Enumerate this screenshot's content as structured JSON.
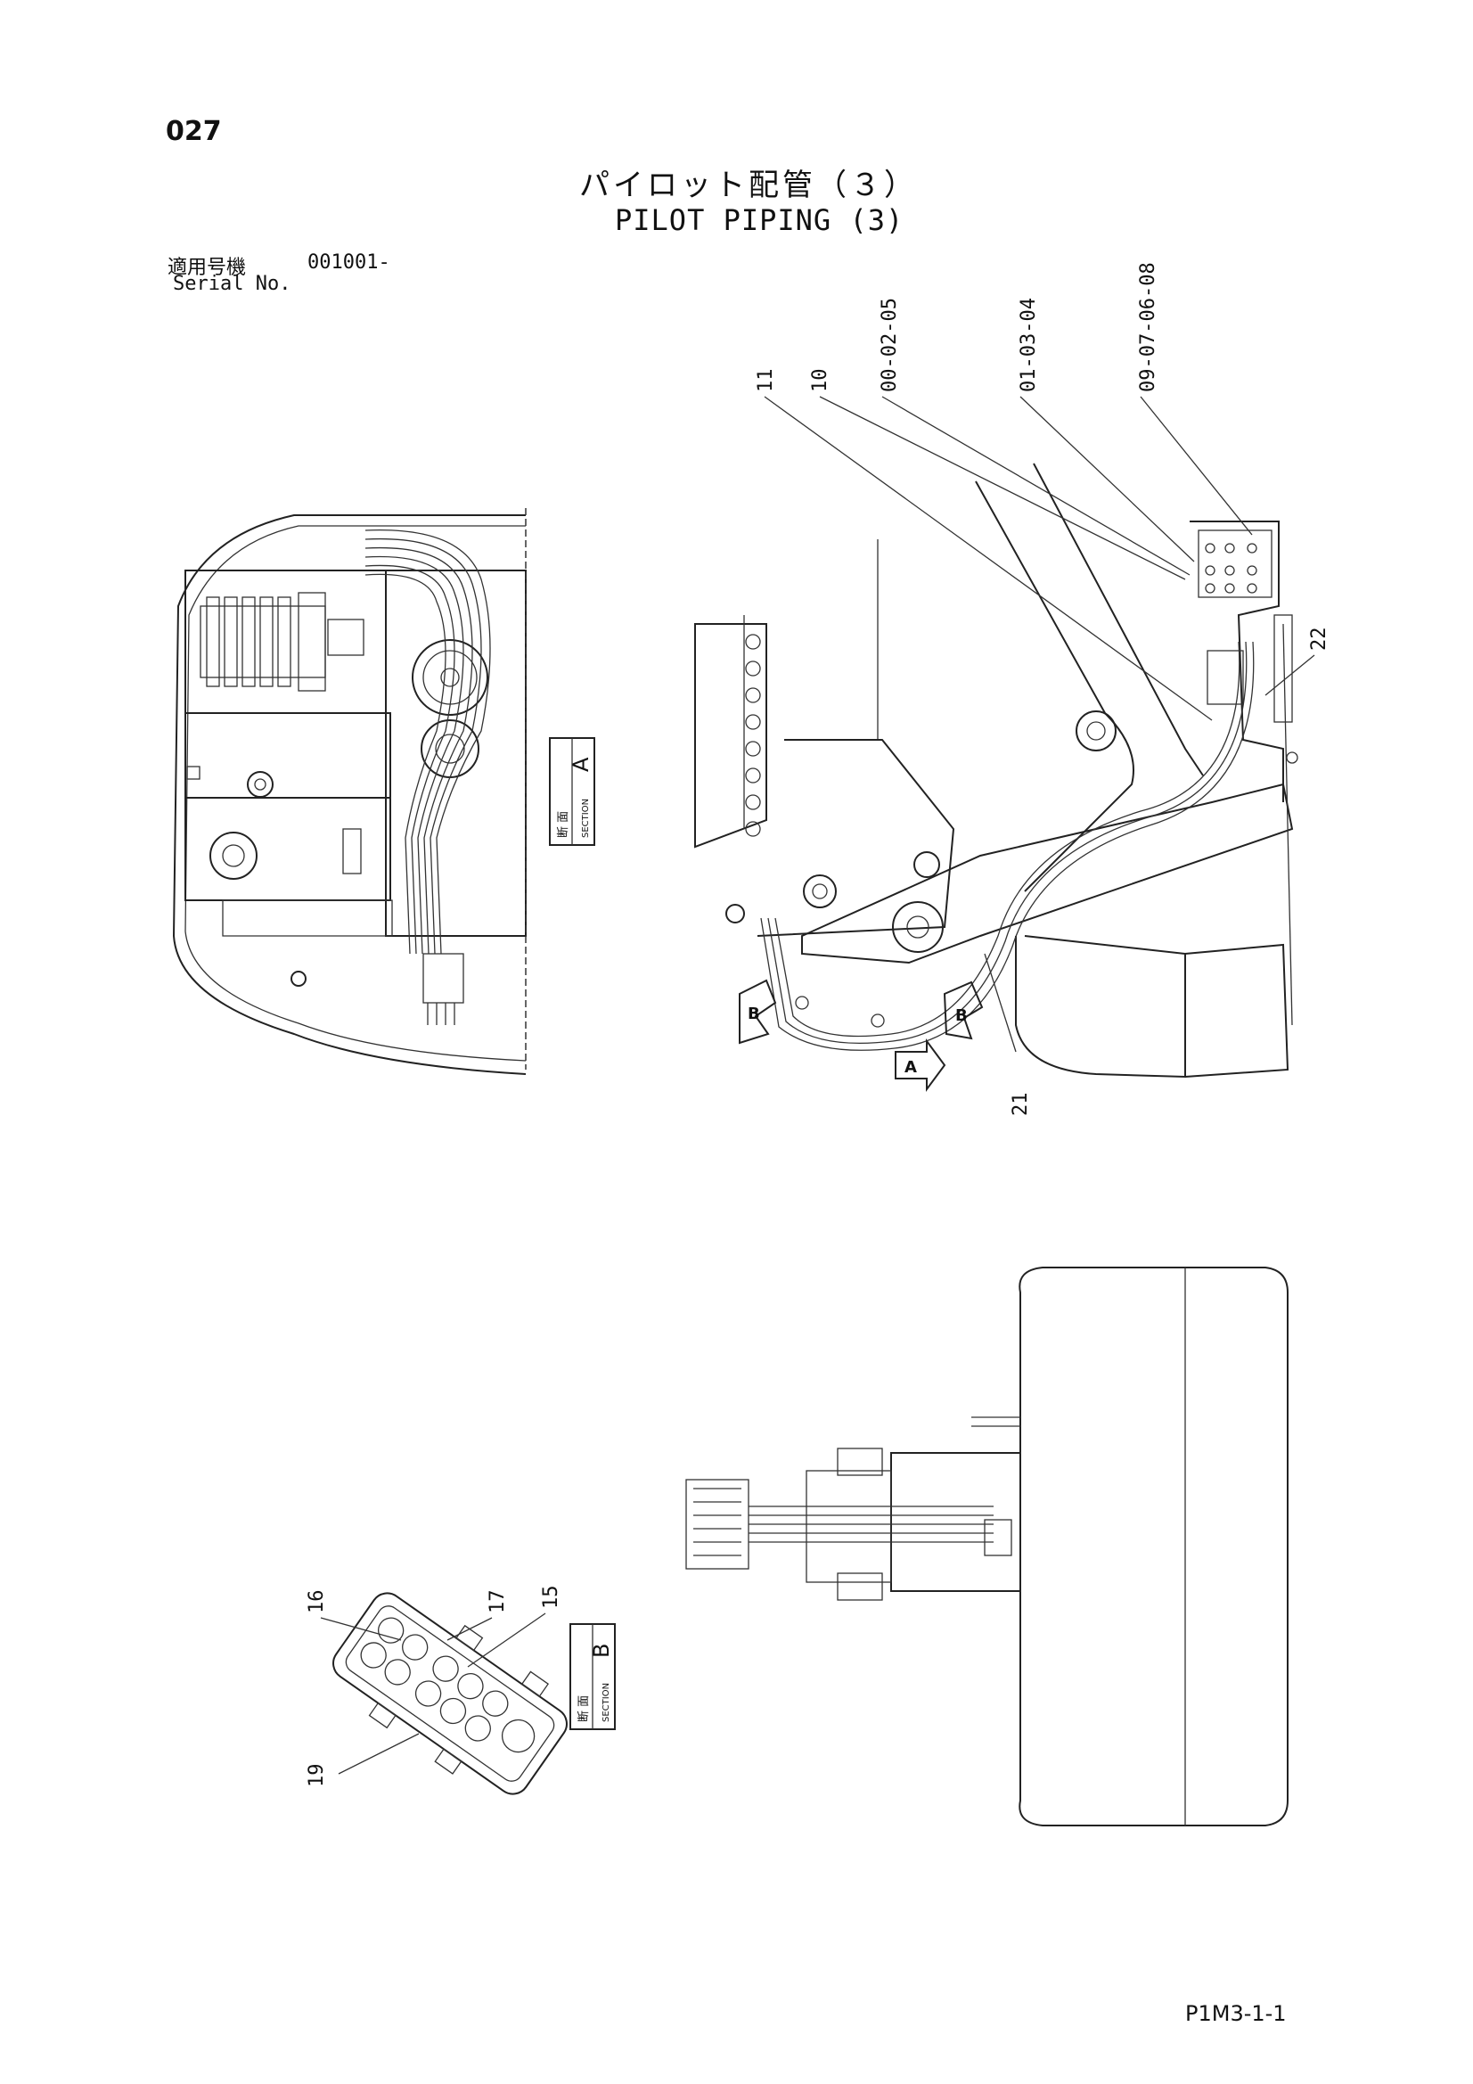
{
  "page": {
    "number": "027",
    "title_jp": "パイロット配管（３）",
    "title_en": "PILOT PIPING (3)",
    "serial_label_jp": "適用号機",
    "serial_value": "001001-",
    "serial_label_en": "Serial No.",
    "code": "P1M3-1-1"
  },
  "callouts": {
    "c11": "11",
    "c10": "10",
    "c00_02_05": "00-02-05",
    "c01_03_04": "01-03-04",
    "c09_07_06_08": "09-07-06-08",
    "c22": "22",
    "c21": "21",
    "c16": "16",
    "c17": "17",
    "c15": "15",
    "c19": "19"
  },
  "sections": {
    "a": {
      "jp": "断 面",
      "en": "SECTION",
      "letter": "A"
    },
    "b": {
      "jp": "断 面",
      "en": "SECTION",
      "letter": "B"
    }
  },
  "view_arrows": {
    "b1": "B",
    "b2": "B",
    "a1": "A"
  }
}
